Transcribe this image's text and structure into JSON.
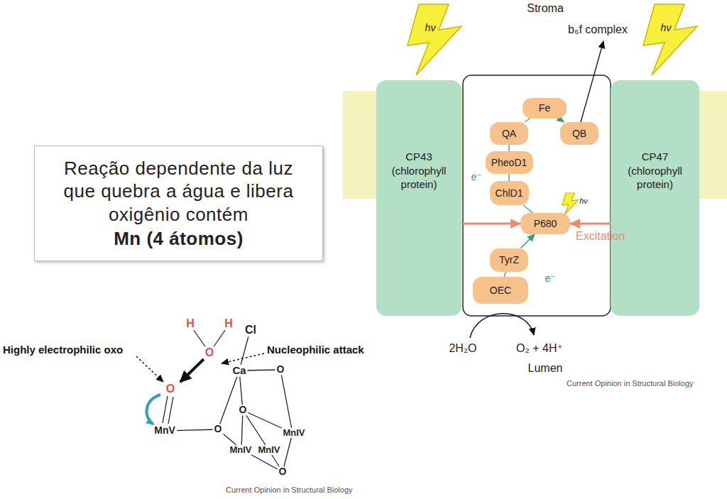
{
  "diagram": {
    "nodes": [
      {
        "text": [
          "Reação dependente da luz que quebra a água e libera oxigênio contém",
          "Mn (4 átomos)"
        ]
      },
      {
        "text": [
          "CP43 (chlorophyll protein)"
        ]
      },
      {
        "text": [
          "CP47 (chlorophyll protein)"
        ]
      },
      {
        "text": [
          "Fe"
        ]
      },
      {
        "text": [
          "QA"
        ]
      },
      {
        "text": [
          "QB"
        ]
      },
      {
        "text": [
          "PheoD1"
        ]
      },
      {
        "text": [
          "ChlD1"
        ]
      },
      {
        "text": [
          "P680"
        ]
      },
      {
        "text": [
          "TyrZ"
        ]
      },
      {
        "text": [
          "OEC"
        ]
      }
    ],
    "edges": [
      {
        "from": 3,
        "to": 4,
        "arrow": "none"
      },
      {
        "from": 3,
        "to": 5,
        "arrow": "to"
      },
      {
        "from": 4,
        "to": 6,
        "arrow": "none"
      },
      {
        "from": 6,
        "to": 7,
        "arrow": "none"
      },
      {
        "from": 7,
        "to": 8,
        "arrow": "none"
      },
      {
        "from": 9,
        "to": 8,
        "arrow": "to"
      },
      {
        "from": 10,
        "to": 9,
        "arrow": "none"
      },
      {
        "from": 1,
        "to": 8,
        "arrow": "to"
      },
      {
        "from": 2,
        "to": 8,
        "arrow": "to",
        "label": "Excitation"
      }
    ],
    "labels": [
      "Stroma",
      "hν",
      "b₆f complex",
      "hν",
      "e⁻",
      "hν",
      "e⁻",
      "2H₂O",
      "O₂ + 4H⁺",
      "Lumen",
      "Current Opinion in Structural Biology",
      "H",
      "H",
      "Cl",
      "O",
      "Highly electrophilic oxo",
      "Nucleophilic attack",
      "Ca",
      "O",
      "O",
      "O",
      "MnV",
      "O",
      "MnIV",
      "MnIV",
      "MnIV",
      "O",
      "Current Opinion in Structural Biology"
    ]
  }
}
